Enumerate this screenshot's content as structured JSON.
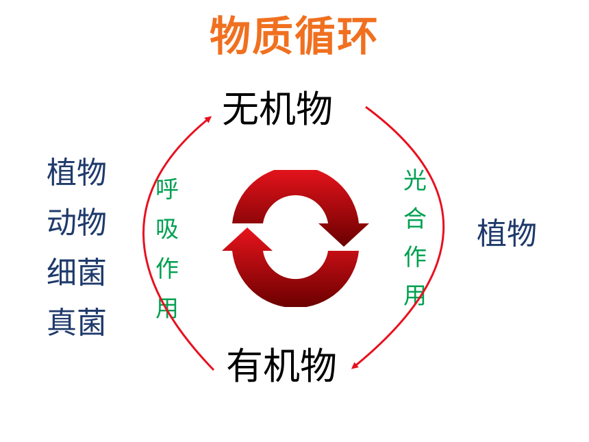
{
  "title": "物质循环",
  "nodes": {
    "top": "无机物",
    "bottom": "有机物"
  },
  "left_group": {
    "items": [
      "植物",
      "动物",
      "细菌",
      "真菌"
    ]
  },
  "right_group": {
    "label": "植物"
  },
  "processes": {
    "left": [
      "呼",
      "吸",
      "作",
      "用"
    ],
    "right": [
      "光",
      "合",
      "作",
      "用"
    ]
  },
  "colors": {
    "title": "#f07020",
    "organism_text": "#1f3a6b",
    "process_text": "#00a050",
    "arrow": "#e8101e",
    "cycle_light": "#e8141c",
    "cycle_dark": "#6a0000"
  }
}
